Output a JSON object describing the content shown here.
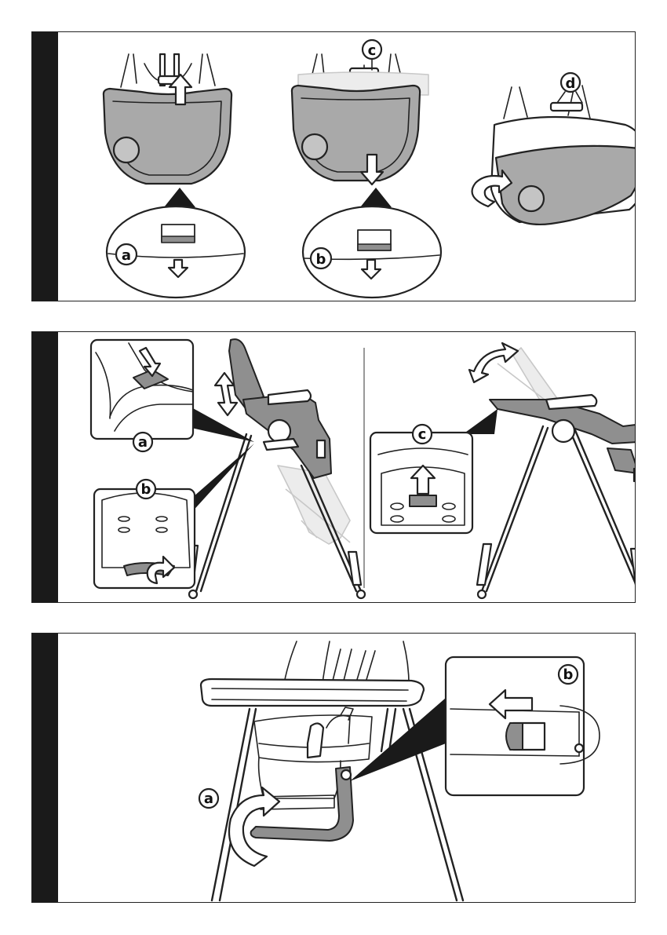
{
  "callouts": {
    "p1_a": "a",
    "p1_b": "b",
    "p1_c": "c",
    "p1_d": "d",
    "p2_a": "a",
    "p2_b": "b",
    "p2_c": "c",
    "p3_a": "a",
    "p3_b": "b"
  },
  "icons": {
    "arrow_up": "arrow-up-icon",
    "arrow_down": "arrow-down-icon",
    "arrow_left": "arrow-left-icon",
    "arrow_rotate": "rotate-arrow-icon",
    "arrow_updown": "double-arrow-icon"
  },
  "colors": {
    "panel_bar": "#1a1a1a",
    "tray_fill": "#a9a9a9",
    "ghost_fill": "#ececec"
  }
}
